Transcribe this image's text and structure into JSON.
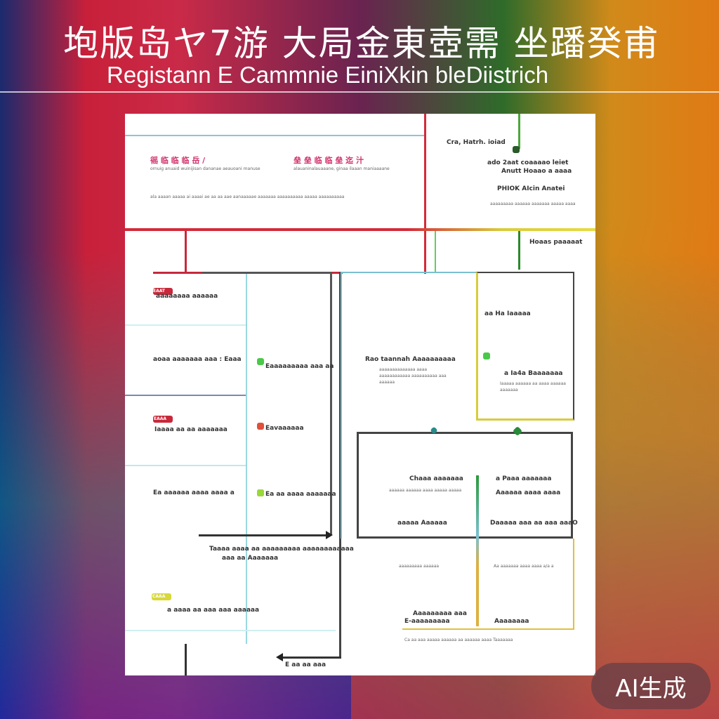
{
  "header": {
    "title": "垉版岛ヤ7游 大局金東壺需  坐蹯癸甫",
    "subtitle": "Registann E Cammnie EiniXkin   bleDiistrich"
  },
  "top_box": {
    "label_left": "徭 临 临 临 岳 /",
    "label_right": "垒 垒 临 临 垒  迄 汁",
    "desc_left": "ornuig anuaid wuinijisan dananae aeauoani manuse",
    "desc_right": "alauaninalauaaane, ginaa ilaaan maniaaaane",
    "desc_line": "ala aaaan aaaaa ai aaaai ae aa aa aae aanaaaaae aaaaaaa aaaaaaaaaa aaaaa aaaaaaaaaa"
  },
  "top_right": {
    "head": "Cra, Hatrh. ioiad",
    "line1": "ado 2aat coaaaao leiet",
    "line2": "Anutt Hoaao a aaaa",
    "line3": "PHIOK AIcin Anatei",
    "small": "aaaaaaaaa aaaaaa aaaaaaa aaaaa aaaa",
    "side": "Hoaas paaaaat"
  },
  "left_items": [
    {
      "tag": "EAAT",
      "text": "aaaaaaaa aaaaaa"
    },
    {
      "tag": "",
      "text": "aoaa aaaaaaa aaa : Eaaa"
    },
    {
      "tag": "EAAA",
      "text": "Iaaaa aa aa aaaaaaa"
    },
    {
      "tag": "",
      "text": "Ea aaaaaa aaaa aaaa a"
    },
    {
      "tag": "CAAA",
      "text": "a aaaa aa aaa aaa aaaaaa"
    }
  ],
  "mid_items": [
    {
      "text": "Eaaaaaaaaa aaa aa"
    },
    {
      "text": "Eavaaaaaa"
    },
    {
      "text": "Ea aa aaaa aaaaaaa"
    }
  ],
  "center": {
    "title": "Rao taannah Aaaaaaaaaa",
    "desc": "aaaaaaaaaaaaaa aaaa aaaaaaaaaaaa aaaaaaaaaa aaa aaaaaa"
  },
  "right_box": {
    "title": "aa Ha Iaaaaa",
    "title2": "a Ia4a Baaaaaaa",
    "desc": "Iaaaaa aaaaaa aa aaaa aaaaaa aaaaaaa"
  },
  "bottom_box": {
    "left_title": "Chaaa aaaaaaa",
    "left_desc": "aaaaaa aaaaaa aaaa aaaaa aaaaa",
    "left_foot": "aaaaa Aaaaaa",
    "right_title": "a Paaa aaaaaaa",
    "right_sub": "Aaaaaa aaaa aaaa",
    "right_foot": "Daaaaa aaa aa aaa aaaO"
  },
  "lower_box": {
    "left": "aaaaaaaaa aaaaaa",
    "left_foot": "Aaaaaaaaa aaa",
    "left_tag": "E-aaaaaaaaa",
    "right": "Aa aaaaaaa aaaa aaaa a/a a",
    "right_foot": "Aaaaaaaa",
    "caption": "Ca aa aaa aaaaa aaaaaa aa aaaaaa aaaa Taaaaaaa"
  },
  "left_bottom": {
    "title": "Taaaa aaaa aa aaaaaaaaa aaaaaaaaaaaa",
    "title2": "aaa aa Aaaaaaa",
    "foot": "E aa aa aaa"
  },
  "watermark": "AI生成"
}
